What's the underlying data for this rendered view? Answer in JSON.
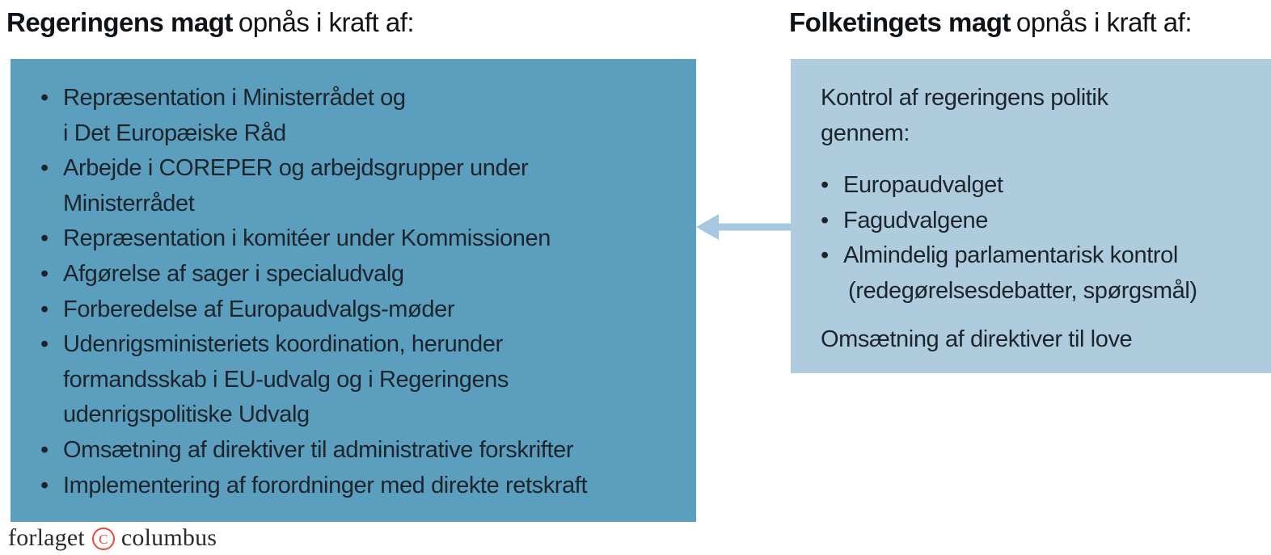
{
  "titles": {
    "left_bold": "Regeringens magt",
    "left_rest": "opnås i kraft af:",
    "right_bold": "Folketingets magt",
    "right_rest": "opnås i kraft af:"
  },
  "left_box": {
    "bg_color": "#5b9ebd",
    "bullet_char": "•",
    "items": [
      {
        "lines": [
          "Repræsentation i Ministerrådet og",
          "i Det Europæiske Råd"
        ]
      },
      {
        "lines": [
          "Arbejde i COREPER og arbejdsgrupper under",
          "Ministerrådet"
        ]
      },
      {
        "lines": [
          "Repræsentation i komitéer under Kommissionen"
        ]
      },
      {
        "lines": [
          "Afgørelse af sager i specialudvalg"
        ]
      },
      {
        "lines": [
          "Forberedelse af Europaudvalgs-møder"
        ]
      },
      {
        "lines": [
          "Udenrigsministeriets koordination, herunder",
          "formandsskab i EU-udvalg og i Regeringens",
          "udenrigspolitiske Udvalg"
        ]
      },
      {
        "lines": [
          "Omsætning af direktiver til administrative forskrifter"
        ]
      },
      {
        "lines": [
          "Implementering af forordninger med direkte retskraft"
        ]
      }
    ]
  },
  "right_box": {
    "bg_color": "#afccde",
    "bullet_char": "•",
    "intro_lines": [
      "Kontrol af regeringens politik",
      "gennem:"
    ],
    "items": [
      {
        "lines": [
          "Europaudvalget"
        ]
      },
      {
        "lines": [
          "Fagudvalgene"
        ]
      },
      {
        "lines": [
          "Almindelig parlamentarisk kontrol",
          "(redegørelsesdebatter, spørgsmål)"
        ]
      }
    ],
    "closing_line": "Omsætning af direktiver til love"
  },
  "arrow": {
    "color": "#a6c8e1",
    "direction": "left"
  },
  "footer": {
    "prefix": "forlaget",
    "copyright_letter": "C",
    "suffix": "columbus",
    "accent_color": "#e84b38"
  }
}
